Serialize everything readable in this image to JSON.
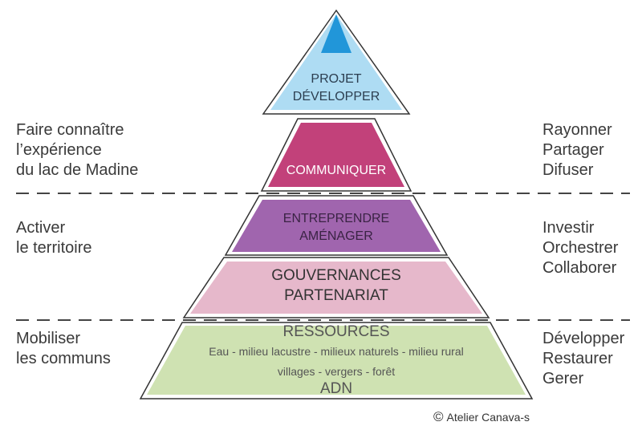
{
  "colors": {
    "projet_top": "#2196d9",
    "projet": "#aedcf3",
    "communiquer": "#c2417a",
    "entreprendre": "#a065ae",
    "gouvernances": "#e6b8cb",
    "ressources": "#cfe2b2",
    "dashes": "#444444",
    "outline": "#333333"
  },
  "levels": {
    "projet": [
      "PROJET",
      "DÉVELOPPER"
    ],
    "communiquer": "COMMUNIQUER",
    "entreprendre": [
      "ENTREPRENDRE",
      "AMÉNAGER"
    ],
    "gouvernances": [
      "GOUVERNANCES",
      "PARTENARIAT"
    ],
    "ressources": {
      "title": "RESSOURCES",
      "detail_1": "Eau - milieu lacustre - milieux naturels - milieu rural",
      "detail_2": "villages - vergers - forêt",
      "base": "ADN"
    }
  },
  "left_labels": [
    [
      "Faire connaître",
      "l’expérience",
      "du lac de Madine"
    ],
    [
      "Activer",
      "le territoire"
    ],
    [
      "Mobiliser",
      "les communs"
    ]
  ],
  "right_labels": [
    [
      "Rayonner",
      "Partager",
      "Difuser"
    ],
    [
      "Investir",
      "Orchestrer",
      "Collaborer"
    ],
    [
      "Développer",
      "Restaurer",
      "Gerer"
    ]
  ],
  "credit": {
    "symbol": "©",
    "text": "Atelier Canava-s"
  }
}
